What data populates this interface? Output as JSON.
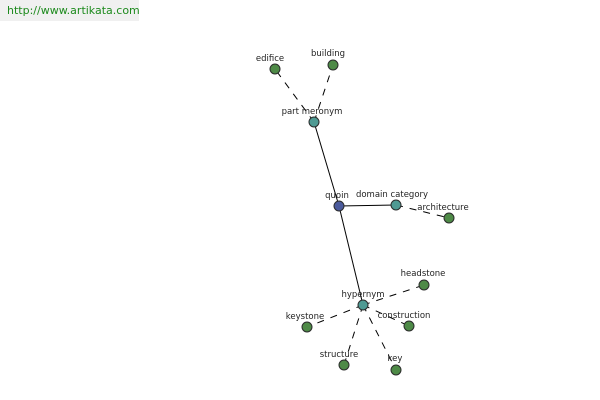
{
  "site_link": "http://www.artikata.com",
  "colors": {
    "center": "#4a5a9c",
    "relation": "#4f9a93",
    "leaf": "#4e8a47"
  },
  "graph": {
    "nodes": [
      {
        "id": "quoin",
        "label": "quoin",
        "kind": "center"
      },
      {
        "id": "part-meronym",
        "label": "part meronym",
        "kind": "relation"
      },
      {
        "id": "domain-category",
        "label": "domain category",
        "kind": "relation"
      },
      {
        "id": "hypernym",
        "label": "hypernym",
        "kind": "relation"
      },
      {
        "id": "edifice",
        "label": "edifice",
        "kind": "leaf"
      },
      {
        "id": "building",
        "label": "building",
        "kind": "leaf"
      },
      {
        "id": "architecture",
        "label": "architecture",
        "kind": "leaf"
      },
      {
        "id": "headstone",
        "label": "headstone",
        "kind": "leaf"
      },
      {
        "id": "keystone",
        "label": "keystone",
        "kind": "leaf"
      },
      {
        "id": "construction",
        "label": "construction",
        "kind": "leaf"
      },
      {
        "id": "structure",
        "label": "structure",
        "kind": "leaf"
      },
      {
        "id": "key",
        "label": "key",
        "kind": "leaf"
      }
    ],
    "edges": [
      {
        "from": "quoin",
        "to": "part-meronym",
        "style": "solid"
      },
      {
        "from": "quoin",
        "to": "domain-category",
        "style": "solid"
      },
      {
        "from": "quoin",
        "to": "hypernym",
        "style": "solid"
      },
      {
        "from": "part-meronym",
        "to": "edifice",
        "style": "dashed"
      },
      {
        "from": "part-meronym",
        "to": "building",
        "style": "dashed"
      },
      {
        "from": "domain-category",
        "to": "architecture",
        "style": "dashed"
      },
      {
        "from": "hypernym",
        "to": "headstone",
        "style": "dashed"
      },
      {
        "from": "hypernym",
        "to": "keystone",
        "style": "dashed"
      },
      {
        "from": "hypernym",
        "to": "construction",
        "style": "dashed"
      },
      {
        "from": "hypernym",
        "to": "structure",
        "style": "dashed"
      },
      {
        "from": "hypernym",
        "to": "key",
        "style": "dashed"
      }
    ]
  }
}
